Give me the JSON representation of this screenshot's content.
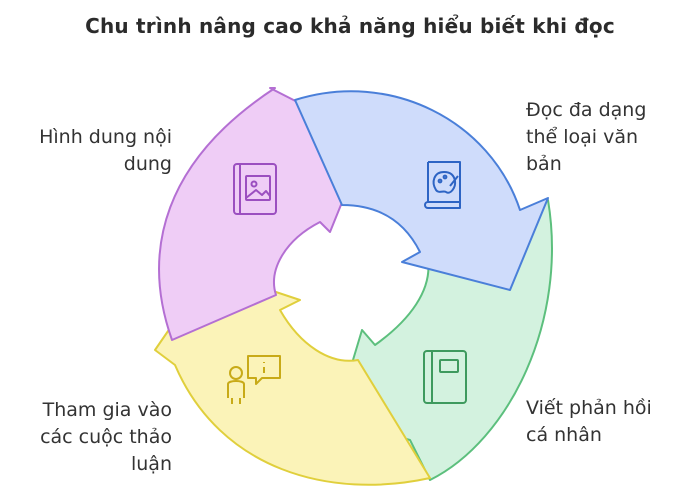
{
  "title": "Chu trình nâng cao khả năng hiểu biết khi đọc",
  "steps": [
    {
      "id": "read",
      "lines": [
        "Đọc đa dạng",
        "thể loại văn",
        "bản"
      ],
      "icon": "book-palette-icon",
      "fill": "#cfdcfb",
      "stroke": "#4a7fd9"
    },
    {
      "id": "write",
      "lines": [
        "Viết phản hồi",
        "cá nhân"
      ],
      "icon": "notebook-icon",
      "fill": "#d3f2df",
      "stroke": "#5cbf7d"
    },
    {
      "id": "discuss",
      "lines": [
        "Tham gia vào",
        "các cuộc thảo",
        "luận"
      ],
      "icon": "person-chat-icon",
      "fill": "#fbf3b8",
      "stroke": "#e0cf3c"
    },
    {
      "id": "visualize",
      "lines": [
        "Hình dung nội",
        "dung"
      ],
      "icon": "picture-book-icon",
      "fill": "#efcdf6",
      "stroke": "#b46fd3"
    }
  ]
}
